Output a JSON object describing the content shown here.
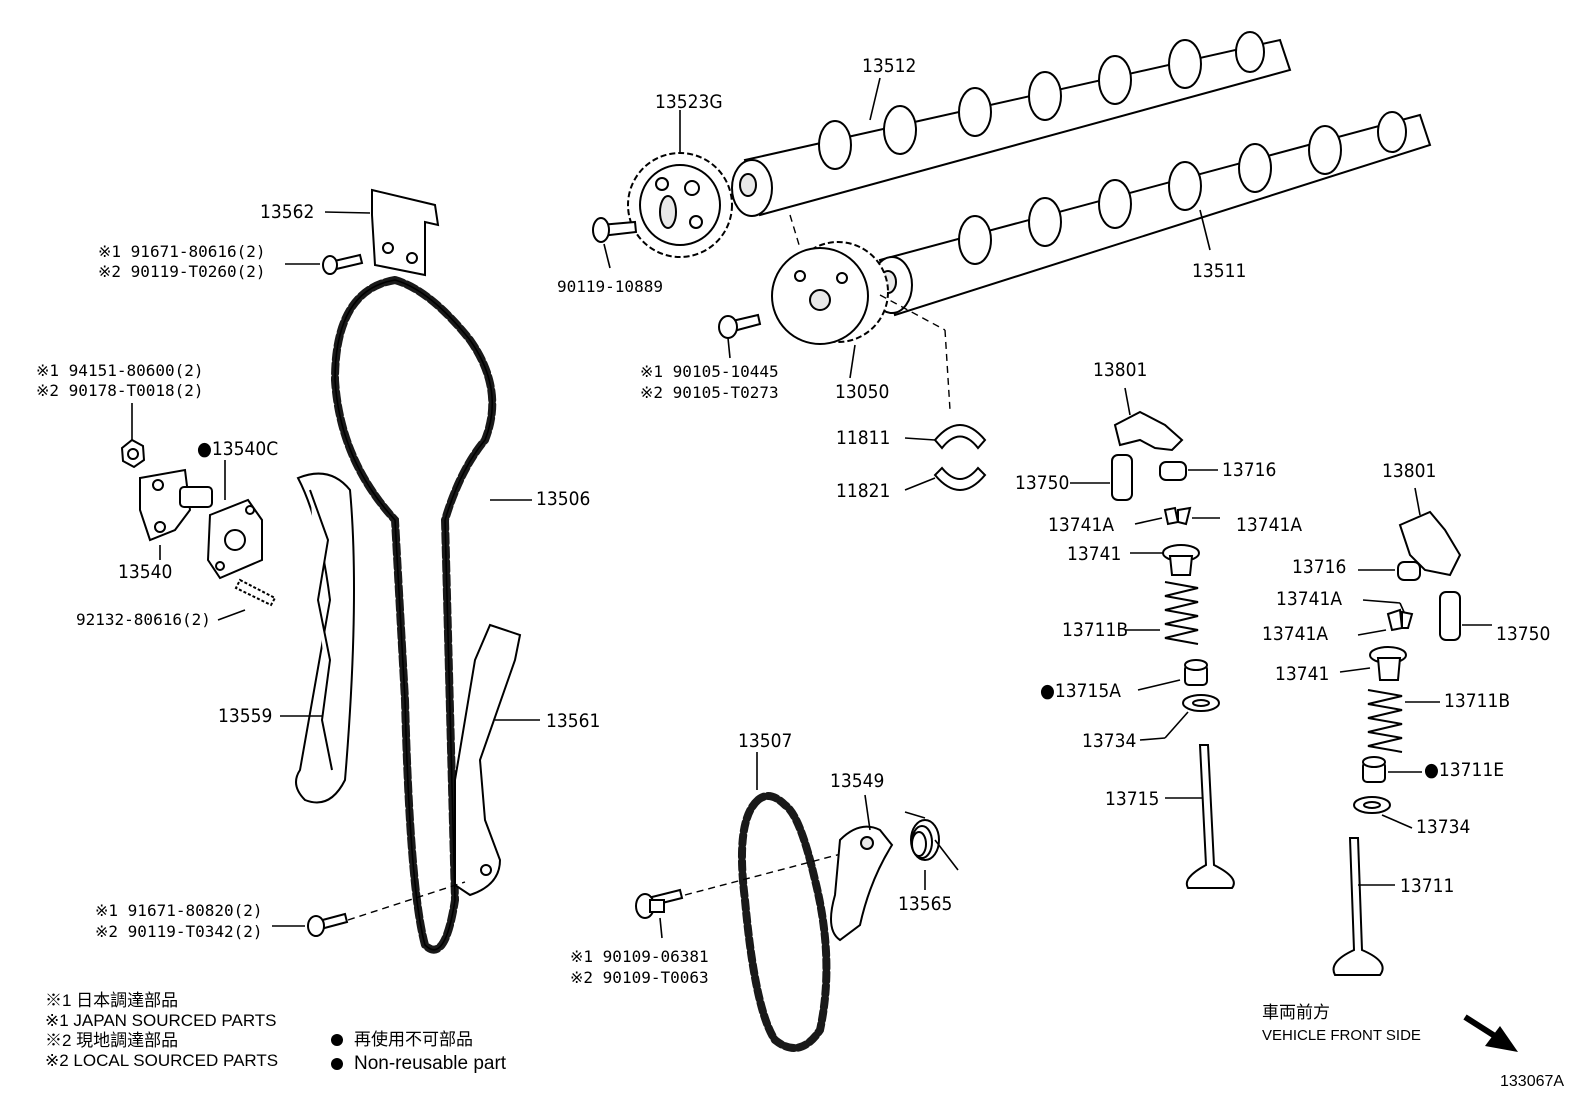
{
  "diagram_code": "133067A",
  "labels": {
    "p13512": "13512",
    "p13523g": "13523G",
    "p13511": "13511",
    "p13562": "13562",
    "p13050": "13050",
    "p11811": "11811",
    "p11821": "11821",
    "p13801_a": "13801",
    "p13801_b": "13801",
    "p13750_a": "13750",
    "p13750_b": "13750",
    "p13716_a": "13716",
    "p13716_b": "13716",
    "p13741a_1": "13741A",
    "p13741a_2": "13741A",
    "p13741a_3": "13741A",
    "p13741a_4": "13741A",
    "p13741_a": "13741",
    "p13741_b": "13741",
    "p13711b_a": "13711B",
    "p13711b_b": "13711B",
    "p13715a": "●13715A",
    "p13711e": "●13711E",
    "p13734_a": "13734",
    "p13734_b": "13734",
    "p13715": "13715",
    "p13711": "13711",
    "p13540c": "●13540C",
    "p13540": "13540",
    "p13506": "13506",
    "p13559": "13559",
    "p13561": "13561",
    "p13507": "13507",
    "p13549": "13549",
    "p13565": "13565",
    "bolt_90119_10889": "90119-10889",
    "ref_91671_80616": "※1 91671-80616(2)",
    "ref_90119_t0260": "※2 90119-T0260(2)",
    "ref_94151_80600": "※1 94151-80600(2)",
    "ref_90178_t0018": "※2 90178-T0018(2)",
    "ref_92132_80616": "92132-80616(2)",
    "ref_90105_10445": "※1 90105-10445",
    "ref_90105_t0273": "※2 90105-T0273",
    "ref_91671_80820": "※1 91671-80820(2)",
    "ref_90119_t0342": "※2 90119-T0342(2)",
    "ref_90109_06381": "※1 90109-06381",
    "ref_90109_t0063": "※2 90109-T0063"
  },
  "legend": {
    "line1": "※1  日本調達部品",
    "line2": "※1  JAPAN SOURCED PARTS",
    "line3": "※2  現地調達部品",
    "line4": "※2  LOCAL SOURCED PARTS",
    "nonreuse_jp": "再使用不可部品",
    "nonreuse_en": "Non-reusable part"
  },
  "direction": {
    "jp": "車両前方",
    "en": "VEHICLE FRONT SIDE"
  }
}
